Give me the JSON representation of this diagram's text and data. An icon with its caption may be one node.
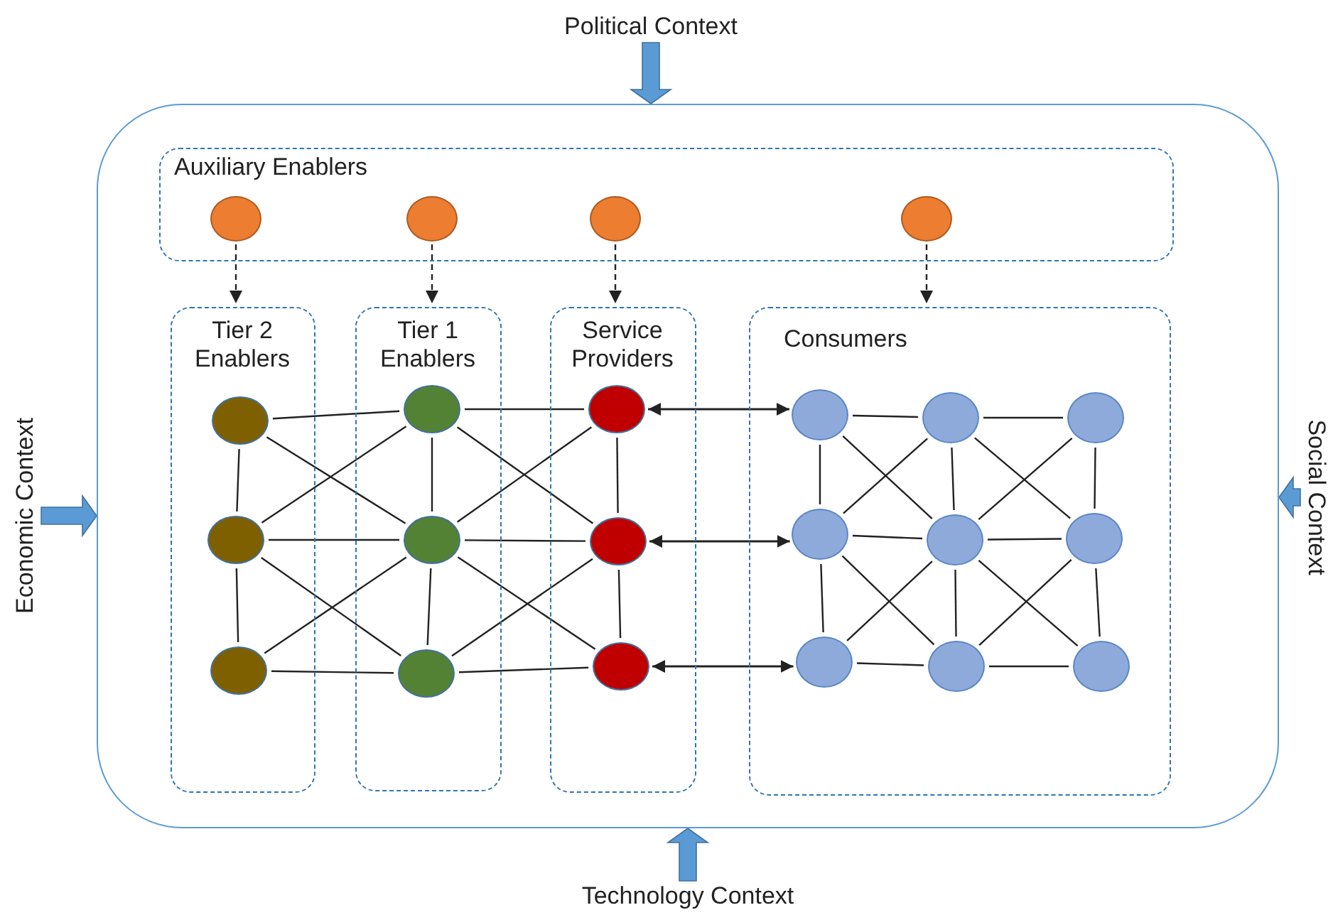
{
  "diagram": {
    "nodes": [
      {
        "text": [],
        "shape": "box"
      },
      {
        "text": [
          "Auxiliary Enablers"
        ],
        "in": 0
      },
      {
        "text": [],
        "shape": "circle",
        "in": 1
      },
      {
        "text": [],
        "shape": "circle",
        "in": 1
      },
      {
        "text": [],
        "shape": "circle",
        "in": 1
      },
      {
        "text": [],
        "shape": "circle",
        "in": 1
      },
      {
        "text": [
          "Tier 2 Enablers"
        ],
        "in": 0
      },
      {
        "text": [
          "Tier  1 Enablers"
        ],
        "in": 0
      },
      {
        "text": [
          "Service Providers"
        ],
        "in": 0
      },
      {
        "text": [
          "Consumers"
        ],
        "in": 0
      },
      {
        "text": [],
        "shape": "circle",
        "in": 6
      },
      {
        "text": [],
        "shape": "circle",
        "in": 6
      },
      {
        "text": [],
        "shape": "circle",
        "in": 6
      },
      {
        "text": [],
        "shape": "circle",
        "in": 7
      },
      {
        "text": [],
        "shape": "circle",
        "in": 7
      },
      {
        "text": [],
        "shape": "circle",
        "in": 7
      },
      {
        "text": [],
        "shape": "circle",
        "in": 8
      },
      {
        "text": [],
        "shape": "circle",
        "in": 8
      },
      {
        "text": [],
        "shape": "circle",
        "in": 8
      },
      {
        "text": [],
        "shape": "circle",
        "in": 9
      },
      {
        "text": [],
        "shape": "circle",
        "in": 9
      },
      {
        "text": [],
        "shape": "circle",
        "in": 9
      },
      {
        "text": [],
        "shape": "circle",
        "in": 9
      },
      {
        "text": [],
        "shape": "circle",
        "in": 9
      },
      {
        "text": [],
        "shape": "circle",
        "in": 9
      },
      {
        "text": [],
        "shape": "circle",
        "in": 9
      },
      {
        "text": [],
        "shape": "circle",
        "in": 9
      },
      {
        "text": [],
        "shape": "circle",
        "in": 9
      },
      {
        "text": [
          "Political Context"
        ]
      },
      {
        "text": [
          "Economic Context"
        ]
      },
      {
        "text": [
          "Social Context"
        ]
      },
      {
        "text": [
          "Technology Context"
        ]
      }
    ],
    "edges": [
      {
        "from": 28,
        "to": 0,
        "arrow": "to",
        "style": "thick",
        "color": "#5b9bd5"
      },
      {
        "from": 29,
        "to": 0,
        "arrow": "to",
        "style": "thick",
        "color": "#5b9bd5"
      },
      {
        "from": 30,
        "to": 0,
        "arrow": "to",
        "style": "thick",
        "color": "#5b9bd5"
      },
      {
        "from": 31,
        "to": 0,
        "arrow": "to",
        "style": "thick",
        "color": "#5b9bd5"
      },
      {
        "from": 2,
        "to": 6,
        "arrow": "to",
        "style": "dashed"
      },
      {
        "from": 3,
        "to": 7,
        "arrow": "to",
        "style": "dashed"
      },
      {
        "from": 4,
        "to": 8,
        "arrow": "to",
        "style": "dashed"
      },
      {
        "from": 5,
        "to": 9,
        "arrow": "to",
        "style": "dashed"
      },
      {
        "from": 10,
        "to": 13,
        "arrow": "none"
      },
      {
        "from": 13,
        "to": 16,
        "arrow": "none"
      },
      {
        "from": 11,
        "to": 14,
        "arrow": "none"
      },
      {
        "from": 14,
        "to": 17,
        "arrow": "none"
      },
      {
        "from": 12,
        "to": 15,
        "arrow": "none"
      },
      {
        "from": 15,
        "to": 18,
        "arrow": "none"
      },
      {
        "from": 10,
        "to": 11,
        "arrow": "none"
      },
      {
        "from": 11,
        "to": 12,
        "arrow": "none"
      },
      {
        "from": 13,
        "to": 14,
        "arrow": "none"
      },
      {
        "from": 14,
        "to": 15,
        "arrow": "none"
      },
      {
        "from": 16,
        "to": 17,
        "arrow": "none"
      },
      {
        "from": 17,
        "to": 18,
        "arrow": "none"
      },
      {
        "from": 10,
        "to": 14,
        "arrow": "none"
      },
      {
        "from": 13,
        "to": 11,
        "arrow": "none"
      },
      {
        "from": 11,
        "to": 15,
        "arrow": "none"
      },
      {
        "from": 14,
        "to": 12,
        "arrow": "none"
      },
      {
        "from": 13,
        "to": 17,
        "arrow": "none"
      },
      {
        "from": 16,
        "to": 14,
        "arrow": "none"
      },
      {
        "from": 14,
        "to": 18,
        "arrow": "none"
      },
      {
        "from": 17,
        "to": 15,
        "arrow": "none"
      },
      {
        "from": 16,
        "to": 19,
        "arrow": "both"
      },
      {
        "from": 17,
        "to": 22,
        "arrow": "both"
      },
      {
        "from": 18,
        "to": 25,
        "arrow": "both"
      },
      {
        "from": 19,
        "to": 20,
        "arrow": "none"
      },
      {
        "from": 20,
        "to": 21,
        "arrow": "none"
      },
      {
        "from": 22,
        "to": 23,
        "arrow": "none"
      },
      {
        "from": 23,
        "to": 24,
        "arrow": "none"
      },
      {
        "from": 25,
        "to": 26,
        "arrow": "none"
      },
      {
        "from": 26,
        "to": 27,
        "arrow": "none"
      },
      {
        "from": 19,
        "to": 22,
        "arrow": "none"
      },
      {
        "from": 22,
        "to": 25,
        "arrow": "none"
      },
      {
        "from": 20,
        "to": 23,
        "arrow": "none"
      },
      {
        "from": 23,
        "to": 26,
        "arrow": "none"
      },
      {
        "from": 21,
        "to": 24,
        "arrow": "none"
      },
      {
        "from": 24,
        "to": 27,
        "arrow": "none"
      },
      {
        "from": 19,
        "to": 23,
        "arrow": "none"
      },
      {
        "from": 20,
        "to": 22,
        "arrow": "none"
      },
      {
        "from": 20,
        "to": 24,
        "arrow": "none"
      },
      {
        "from": 21,
        "to": 23,
        "arrow": "none"
      },
      {
        "from": 22,
        "to": 26,
        "arrow": "none"
      },
      {
        "from": 23,
        "to": 25,
        "arrow": "none"
      },
      {
        "from": 23,
        "to": 27,
        "arrow": "none"
      },
      {
        "from": 24,
        "to": 26,
        "arrow": "none"
      }
    ]
  }
}
